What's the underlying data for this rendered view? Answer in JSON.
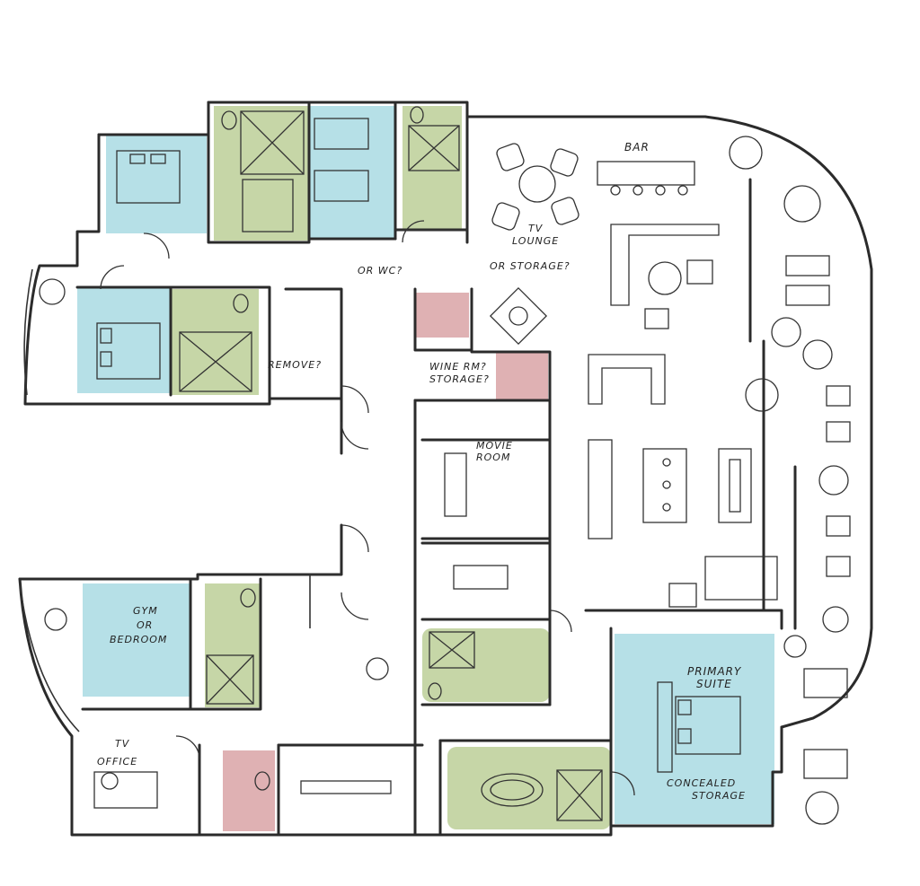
{
  "colors": {
    "bedroom_fill": "#a9dbe3",
    "bath_fill": "#bccf98",
    "utility_fill": "#d9a3a6",
    "line": "#2b2b2b"
  },
  "labels": {
    "bar": "BAR",
    "tv_lounge_1": "TV",
    "tv_lounge_2": "LOUNGE",
    "or_wc": "OR WC?",
    "or_storage": "OR STORAGE?",
    "remove": "REMOVE?",
    "wine_rm_1": "WINE RM?",
    "wine_rm_2": "STORAGE?",
    "movie_room_1": "MOVIE",
    "movie_room_2": "ROOM",
    "gym_1": "GYM",
    "gym_2": "OR",
    "gym_3": "BEDROOM",
    "office": "OFFICE",
    "tv_small": "TV",
    "primary_suite_1": "PRIMARY",
    "primary_suite_2": "SUITE",
    "concealed_1": "CONCEALED",
    "concealed_2": "STORAGE"
  }
}
